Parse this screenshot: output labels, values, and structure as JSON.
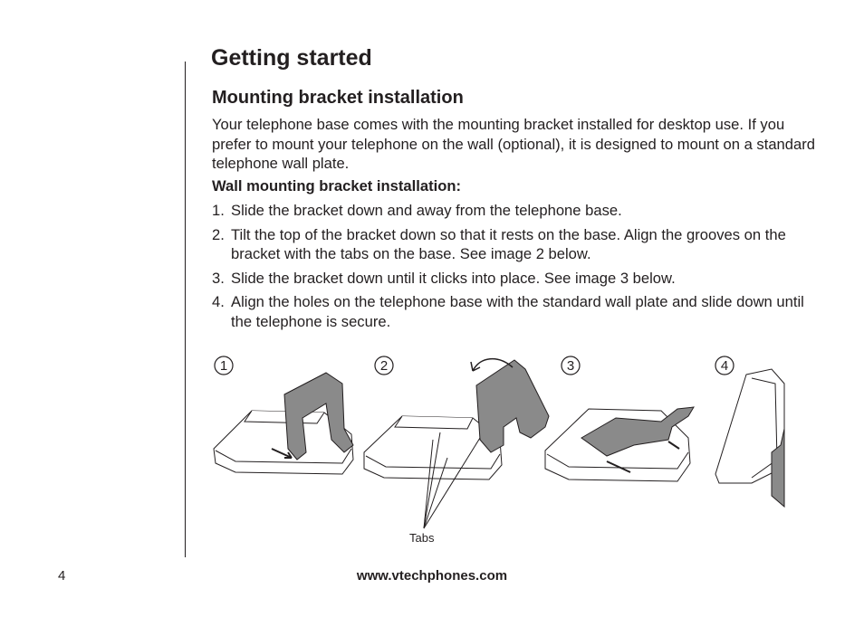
{
  "header": {
    "title": "Getting started"
  },
  "section": {
    "title": "Mounting bracket installation",
    "intro": "Your telephone base comes with the mounting bracket installed for desktop use. If you prefer to mount your telephone on the wall (optional), it is designed to mount on a standard telephone wall plate.",
    "wall_heading": "Wall mounting bracket installation:",
    "steps": [
      {
        "num": "1.",
        "text": "Slide the bracket down and away from the telephone base."
      },
      {
        "num": "2.",
        "text": "Tilt the top of the bracket down so that it rests on the base. Align the grooves on the bracket with the tabs on the base. See image 2 below."
      },
      {
        "num": "3.",
        "text": "Slide the bracket down until it clicks into place. See image 3 below."
      },
      {
        "num": "4.",
        "text": "Align the holes on the telephone base with the standard wall plate and slide down until the telephone is secure."
      }
    ]
  },
  "figures": {
    "labels": [
      "1",
      "2",
      "3",
      "4"
    ],
    "tabs_label": "Tabs"
  },
  "footer": {
    "page_number": "4",
    "url": "www.vtechphones.com"
  }
}
